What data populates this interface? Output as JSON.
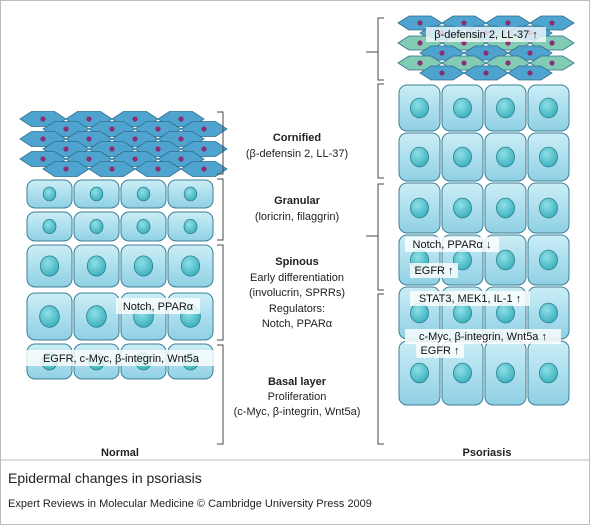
{
  "columns": {
    "normal": "Normal",
    "psoriasis": "Psoriasis"
  },
  "layers": [
    {
      "title": "Cornified",
      "lines": [
        "(β-defensin 2, LL-37)"
      ]
    },
    {
      "title": "Granular",
      "lines": [
        "(loricrin, filaggrin)"
      ]
    },
    {
      "title": "Spinous",
      "lines": [
        "Early differentiation",
        "(involucrin, SPRRs)",
        "Regulators:",
        "Notch, PPARα"
      ]
    },
    {
      "title": "Basal layer",
      "lines": [
        "Proliferation",
        "(c-Myc, β-integrin, Wnt5a)"
      ]
    }
  ],
  "normal_labels": {
    "notch": "Notch, PPARα",
    "egfr": "EGFR, c-Myc, β-integrin, Wnt5a"
  },
  "psoriasis_labels": {
    "defensin": "β-defensin 2, LL-37 ↑",
    "notch": "Notch, PPARα ↓",
    "egfr_top": "EGFR ↑",
    "stat3": "STAT3, MEK1, IL-1 ↑",
    "cmyc": "c-Myc, β-integrin, Wnt5a ↑",
    "egfr_bottom": "EGFR ↑"
  },
  "footer": {
    "title": "Epidermal changes in psoriasis",
    "credit": "Expert Reviews in Molecular Medicine © Cambridge University Press 2009"
  },
  "colors": {
    "cell_fill": "#a6dcec",
    "cell_stroke": "#3d7f95",
    "nucleus_fill": "#55c3cf",
    "corneocyte_fill": "#4ea4cf",
    "corneocyte_nucleus": "#8a2f74",
    "parakeratotic_fill": "#82cbb4",
    "bracket": "#4a4a4a",
    "border": "#bbbbbb"
  }
}
